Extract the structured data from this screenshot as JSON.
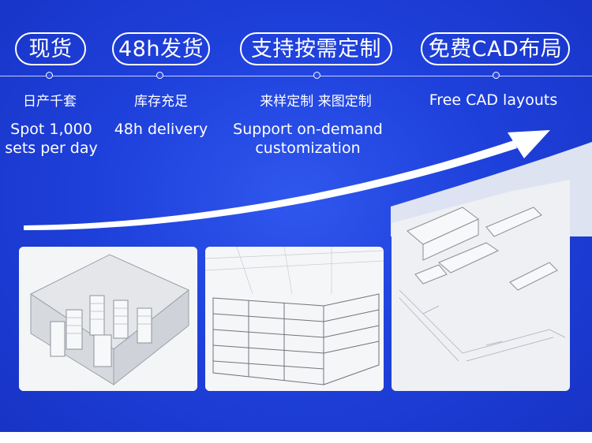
{
  "features": [
    {
      "pill": "现货",
      "sub": "日产千套",
      "en_line1": "Spot 1,000",
      "en_line2": "sets per day"
    },
    {
      "pill": "48h发货",
      "sub": "库存充足",
      "en_line1": "48h delivery",
      "en_line2": ""
    },
    {
      "pill": "支持按需定制",
      "sub": "来样定制 来图定制",
      "en_line1": "Support on-demand",
      "en_line2": "customization"
    },
    {
      "pill": "免费CAD布局",
      "sub": "",
      "en_line1": "Free CAD layouts",
      "en_line2": ""
    }
  ],
  "colors": {
    "background": "#1f41dc",
    "text": "#ffffff",
    "panel": "#f3f4f6"
  },
  "icons": {
    "arrow": "growth-arrow-icon"
  }
}
